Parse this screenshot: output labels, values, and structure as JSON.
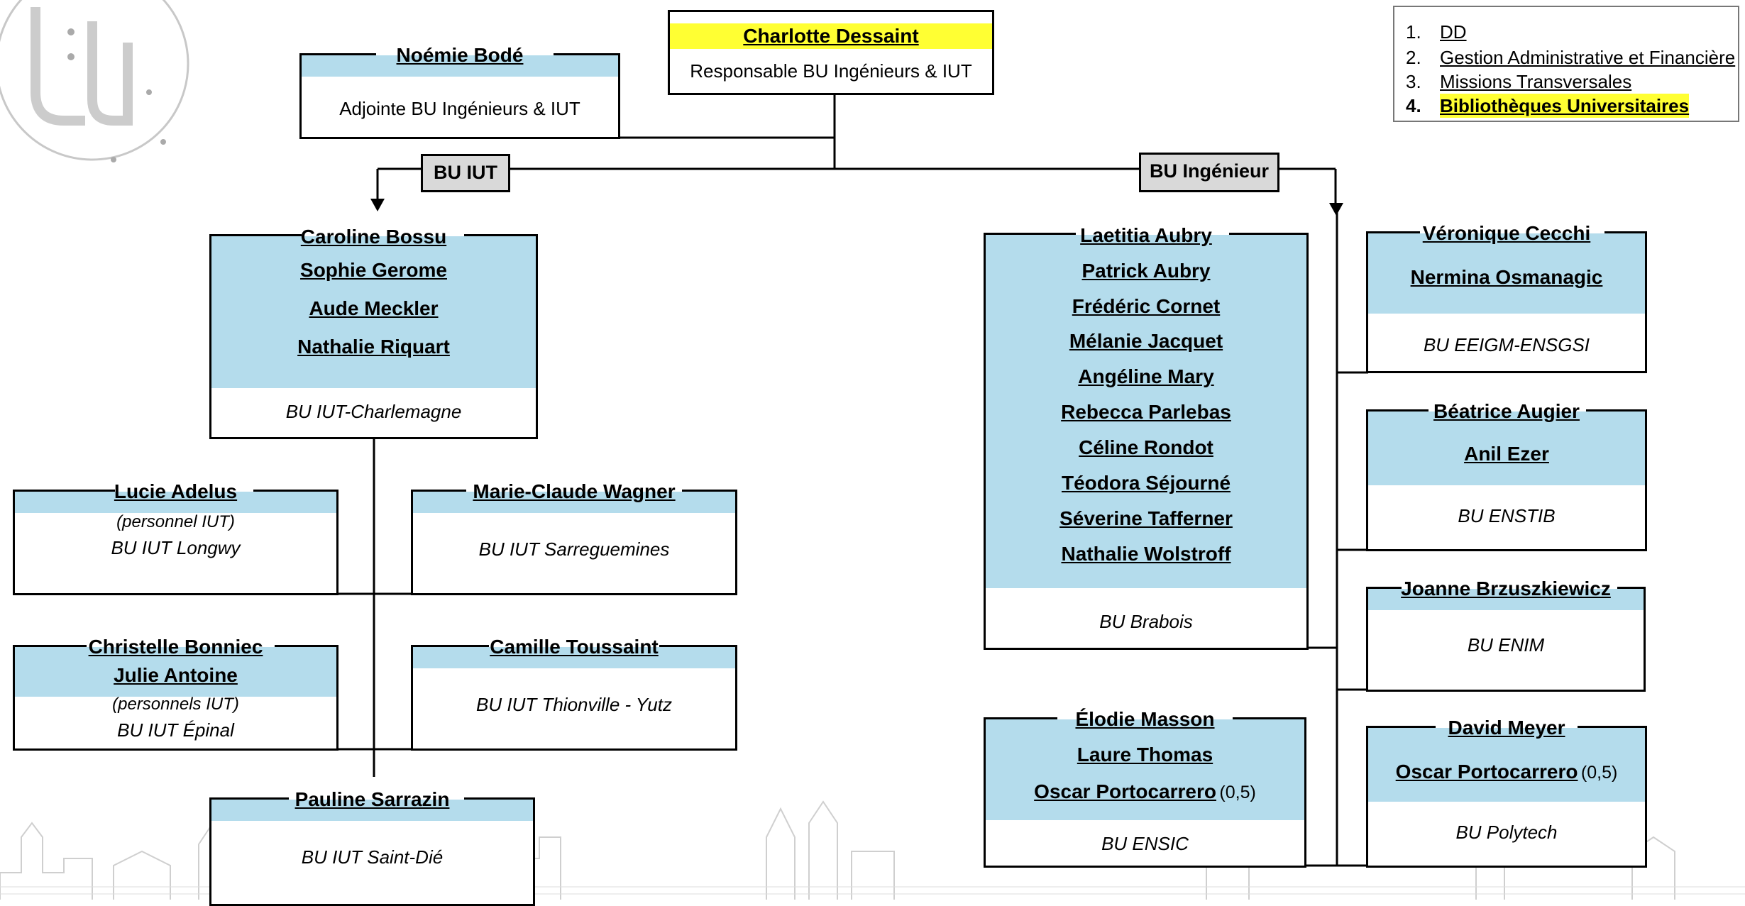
{
  "legend": {
    "items": [
      {
        "num": "1.",
        "label": "DD"
      },
      {
        "num": "2.",
        "label": "Gestion Administrative et Financière"
      },
      {
        "num": "3.",
        "label": "Missions Transversales"
      },
      {
        "num": "4.",
        "label": "Bibliothèques Universitaires"
      }
    ]
  },
  "head": {
    "name": "Charlotte Dessaint",
    "role": "Responsable BU Ingénieurs & IUT"
  },
  "deputy": {
    "name": "Noémie Bodé",
    "role": "Adjointe BU Ingénieurs & IUT"
  },
  "branches": {
    "iut": "BU IUT",
    "ing": "BU Ingénieur"
  },
  "iut": {
    "charlemagne": {
      "names": [
        "Caroline Bossu",
        "Sophie Gerome",
        "Aude Meckler",
        "Nathalie Riquart"
      ],
      "loc": "BU IUT-Charlemagne"
    },
    "longwy": {
      "names": [
        "Lucie Adelus"
      ],
      "note": "(personnel IUT)",
      "loc": "BU IUT Longwy"
    },
    "sarreguemines": {
      "names": [
        "Marie-Claude Wagner"
      ],
      "loc": "BU IUT Sarreguemines"
    },
    "epinal": {
      "names": [
        "Christelle Bonniec",
        "Julie Antoine"
      ],
      "note": "(personnels IUT)",
      "loc": "BU IUT Épinal"
    },
    "thionville": {
      "names": [
        "Camille Toussaint"
      ],
      "loc": "BU IUT Thionville - Yutz"
    },
    "saintdie": {
      "names": [
        "Pauline Sarrazin"
      ],
      "loc": "BU IUT Saint-Dié"
    }
  },
  "ing": {
    "brabois": {
      "names": [
        "Laetitia Aubry",
        "Patrick Aubry",
        "Frédéric Cornet",
        "Mélanie Jacquet",
        "Angéline Mary",
        "Rebecca Parlebas",
        "Céline Rondot",
        "Téodora Séjourné",
        "Séverine Tafferner",
        "Nathalie Wolstroff"
      ],
      "loc": "BU Brabois"
    },
    "eeigm": {
      "names": [
        "Véronique Cecchi",
        "Nermina Osmanagic"
      ],
      "loc": "BU EEIGM-ENSGSI"
    },
    "enstib": {
      "names": [
        "Béatrice Augier",
        "Anil Ezer"
      ],
      "loc": "BU ENSTIB"
    },
    "enim": {
      "names": [
        "Joanne Brzuszkiewicz"
      ],
      "loc": "BU ENIM"
    },
    "ensic": {
      "names": [
        "Élodie Masson",
        "Laure Thomas",
        "Oscar Portocarrero"
      ],
      "suffix": "(0,5)",
      "loc": "BU ENSIC"
    },
    "polytech": {
      "names": [
        "David Meyer",
        "Oscar Portocarrero"
      ],
      "suffix": "(0,5)",
      "loc": "BU Polytech"
    }
  },
  "colors": {
    "box_fill": "#b4dcec",
    "highlight": "#ffff33",
    "tag_fill": "#d9d9d9"
  },
  "icons": {
    "logo": "campus-map-logo",
    "background": "city-skyline-sketch"
  }
}
